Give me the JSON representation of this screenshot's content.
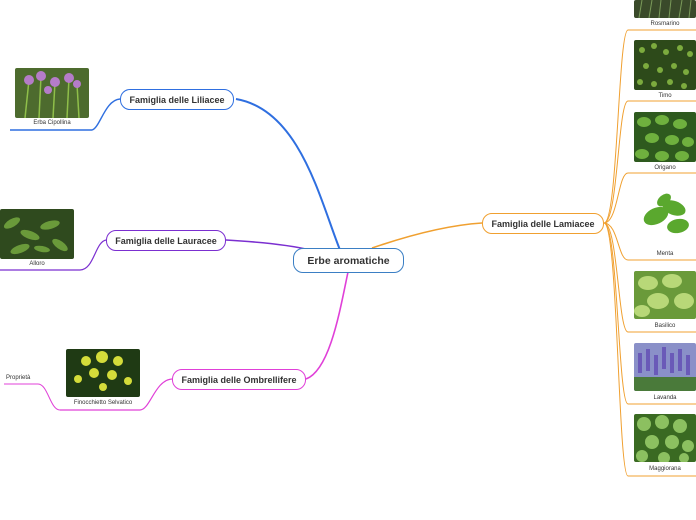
{
  "root": {
    "label": "Erbe aromatiche"
  },
  "branches": {
    "liliacee": {
      "label": "Famiglia delle Liliacee",
      "color": "#2f6fe0"
    },
    "lauracee": {
      "label": "Famiglia delle Lauracee",
      "color": "#7b2fd0"
    },
    "ombrellifere": {
      "label": "Famiglia delle Ombrellifere",
      "color": "#e040d8"
    },
    "lamiacee": {
      "label": "Famiglia delle Lamiacee",
      "color": "#f0a030"
    }
  },
  "leaves": {
    "erba_cipollina": "Erba Cipollina",
    "alloro": "Alloro",
    "finocchietto": "Finocchietto Selvatico",
    "proprieta": "Proprietà",
    "rosmarino": "Rosmarino",
    "timo": "Timo",
    "origano": "Origano",
    "menta": "Menta",
    "basilico": "Basilico",
    "lavanda": "Lavanda",
    "maggiorana": "Maggiorana"
  }
}
